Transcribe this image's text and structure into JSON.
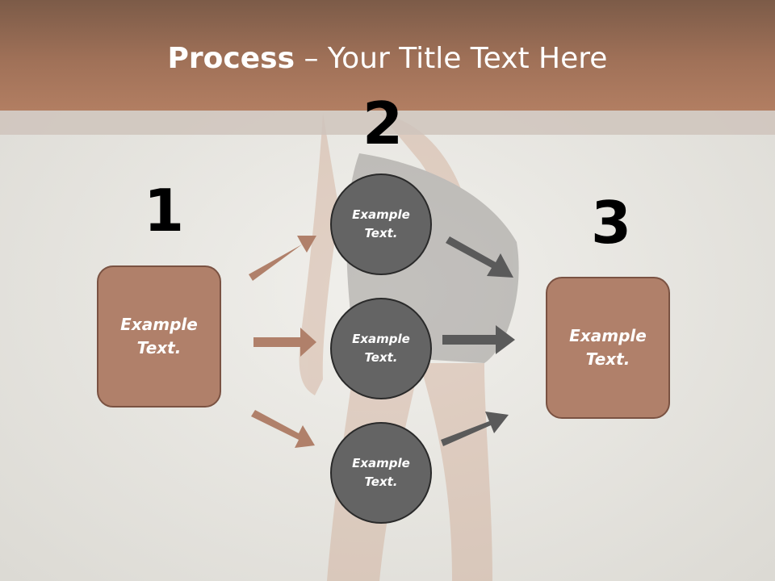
{
  "title": {
    "bold": "Process",
    "rest": " – Your Title Text Here"
  },
  "steps": {
    "one": "1",
    "two": "2",
    "three": "3"
  },
  "left_box": {
    "line1": "Example",
    "line2": "Text."
  },
  "circle_top": {
    "line1": "Example",
    "line2": "Text."
  },
  "circle_mid": {
    "line1": "Example",
    "line2": "Text."
  },
  "circle_bot": {
    "line1": "Example",
    "line2": "Text."
  },
  "right_box": {
    "line1": "Example",
    "line2": "Text."
  },
  "colors": {
    "brown": "#b0806a",
    "dark_gray": "#646464",
    "header": "#a07158"
  }
}
